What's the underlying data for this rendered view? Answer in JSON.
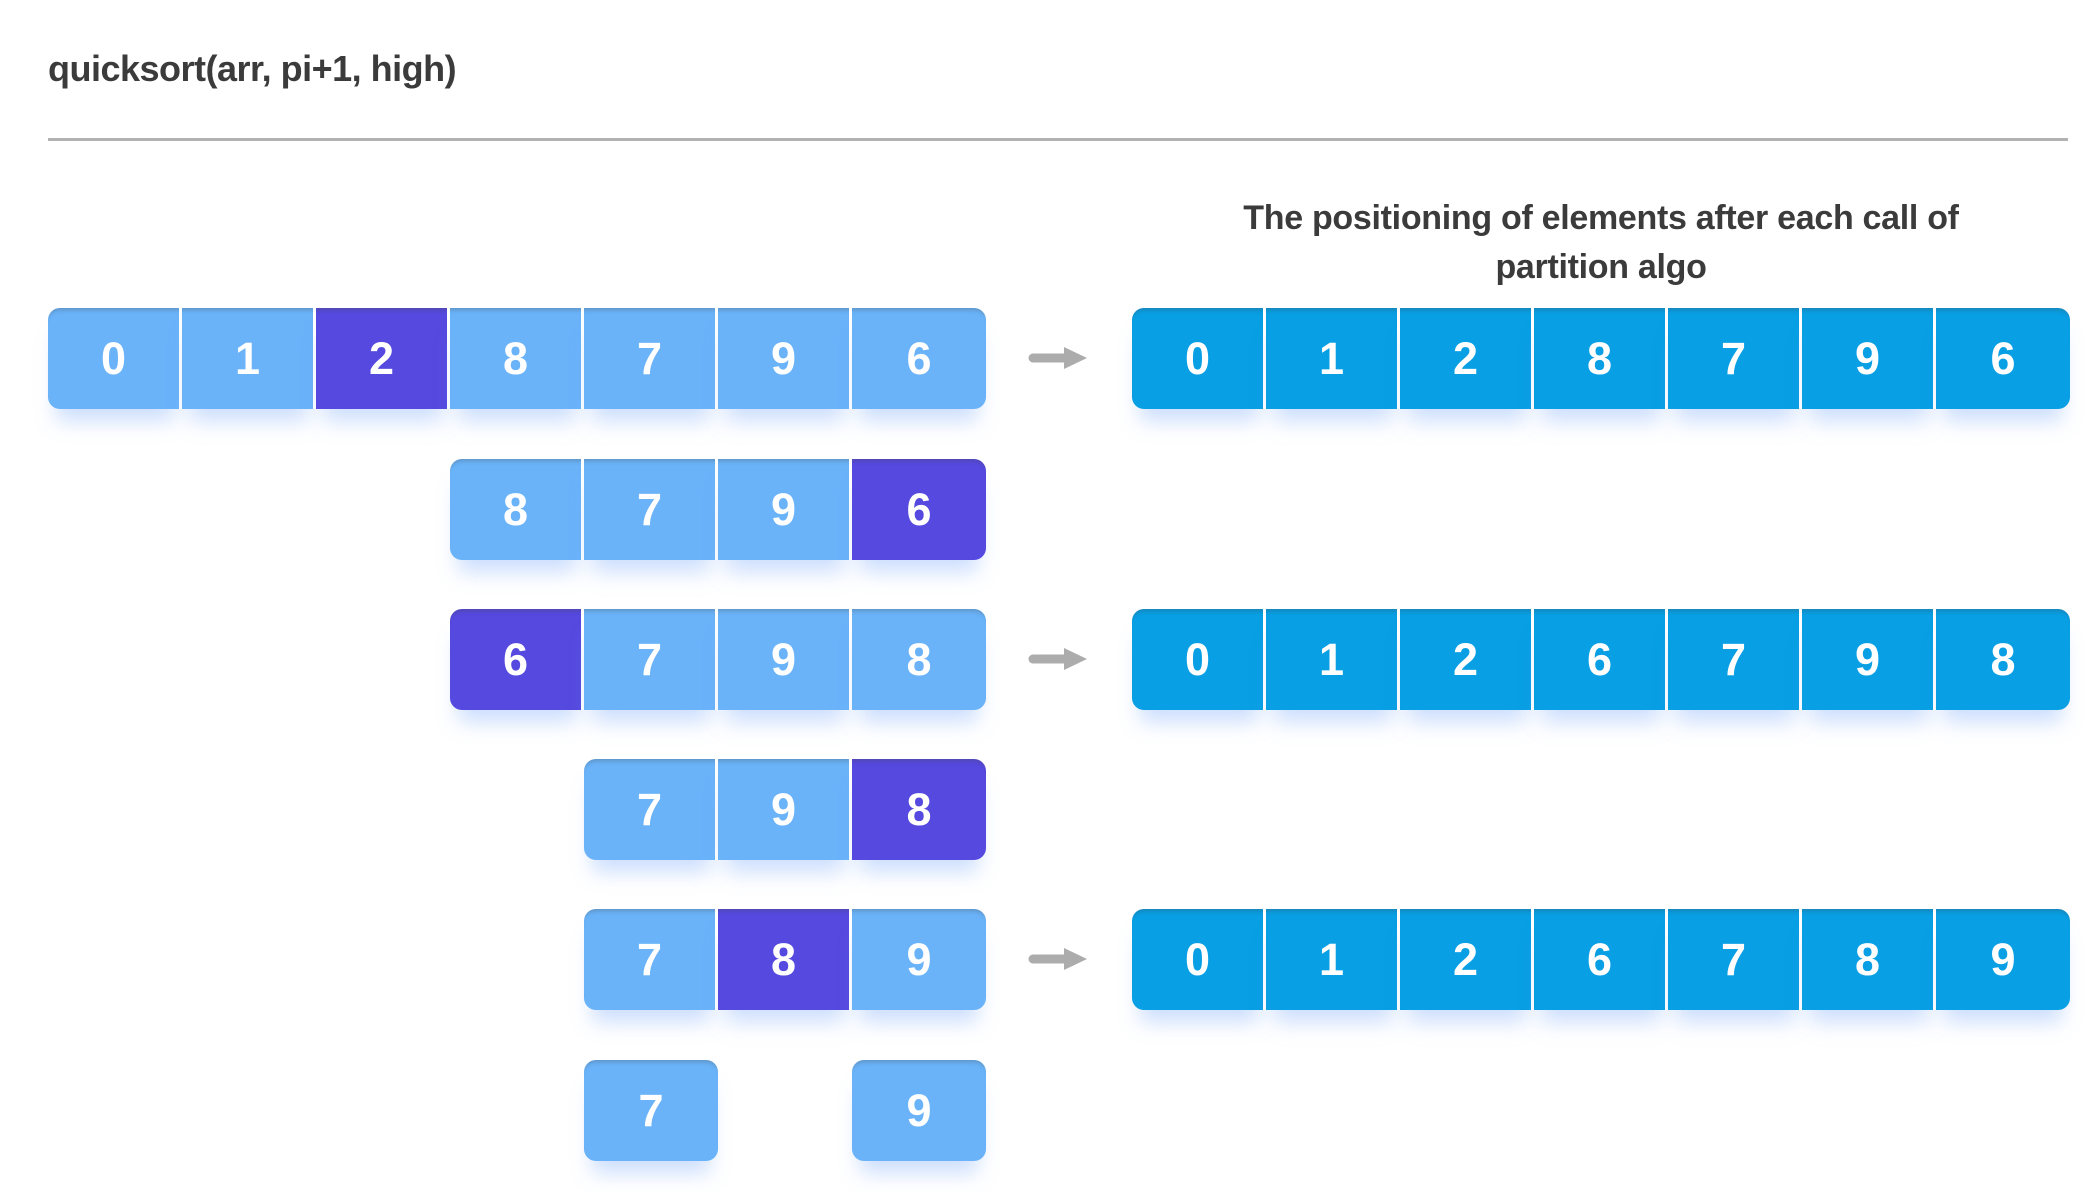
{
  "page": {
    "title": "quicksort(arr, pi+1, high)"
  },
  "right_panel": {
    "header_lines": [
      "The positioning of elements after each call of",
      "partition algo"
    ]
  },
  "left_rows": [
    {
      "cells": [
        {
          "v": "0",
          "hl": false
        },
        {
          "v": "1",
          "hl": false
        },
        {
          "v": "2",
          "hl": true
        },
        {
          "v": "8",
          "hl": false
        },
        {
          "v": "7",
          "hl": false
        },
        {
          "v": "9",
          "hl": false
        },
        {
          "v": "6",
          "hl": false
        }
      ]
    },
    {
      "cells": [
        {
          "v": "8",
          "hl": false
        },
        {
          "v": "7",
          "hl": false
        },
        {
          "v": "9",
          "hl": false
        },
        {
          "v": "6",
          "hl": true
        }
      ]
    },
    {
      "cells": [
        {
          "v": "6",
          "hl": true
        },
        {
          "v": "7",
          "hl": false
        },
        {
          "v": "9",
          "hl": false
        },
        {
          "v": "8",
          "hl": false
        }
      ]
    },
    {
      "cells": [
        {
          "v": "7",
          "hl": false
        },
        {
          "v": "9",
          "hl": false
        },
        {
          "v": "8",
          "hl": true
        }
      ]
    },
    {
      "cells": [
        {
          "v": "7",
          "hl": false
        },
        {
          "v": "8",
          "hl": true
        },
        {
          "v": "9",
          "hl": false
        }
      ]
    },
    {
      "cells": [
        {
          "v": "7",
          "hl": false
        },
        {
          "v": "9",
          "hl": false
        }
      ]
    }
  ],
  "right_rows": [
    {
      "cells": [
        "0",
        "1",
        "2",
        "8",
        "7",
        "9",
        "6"
      ]
    },
    {
      "cells": [
        "0",
        "1",
        "2",
        "6",
        "7",
        "9",
        "8"
      ]
    },
    {
      "cells": [
        "0",
        "1",
        "2",
        "6",
        "7",
        "8",
        "9"
      ]
    }
  ],
  "icons": {
    "arrow_right": "right-arrow"
  },
  "colors": {
    "cell_light_blue": "#6ab3f9",
    "cell_highlight_purple": "#5649df",
    "cell_dark_blue": "#089fe4",
    "arrow_gray": "#acacac",
    "heading_text": "#3b3b3b",
    "cell_text": "#ffffff",
    "divider": "#b2b2b2"
  }
}
